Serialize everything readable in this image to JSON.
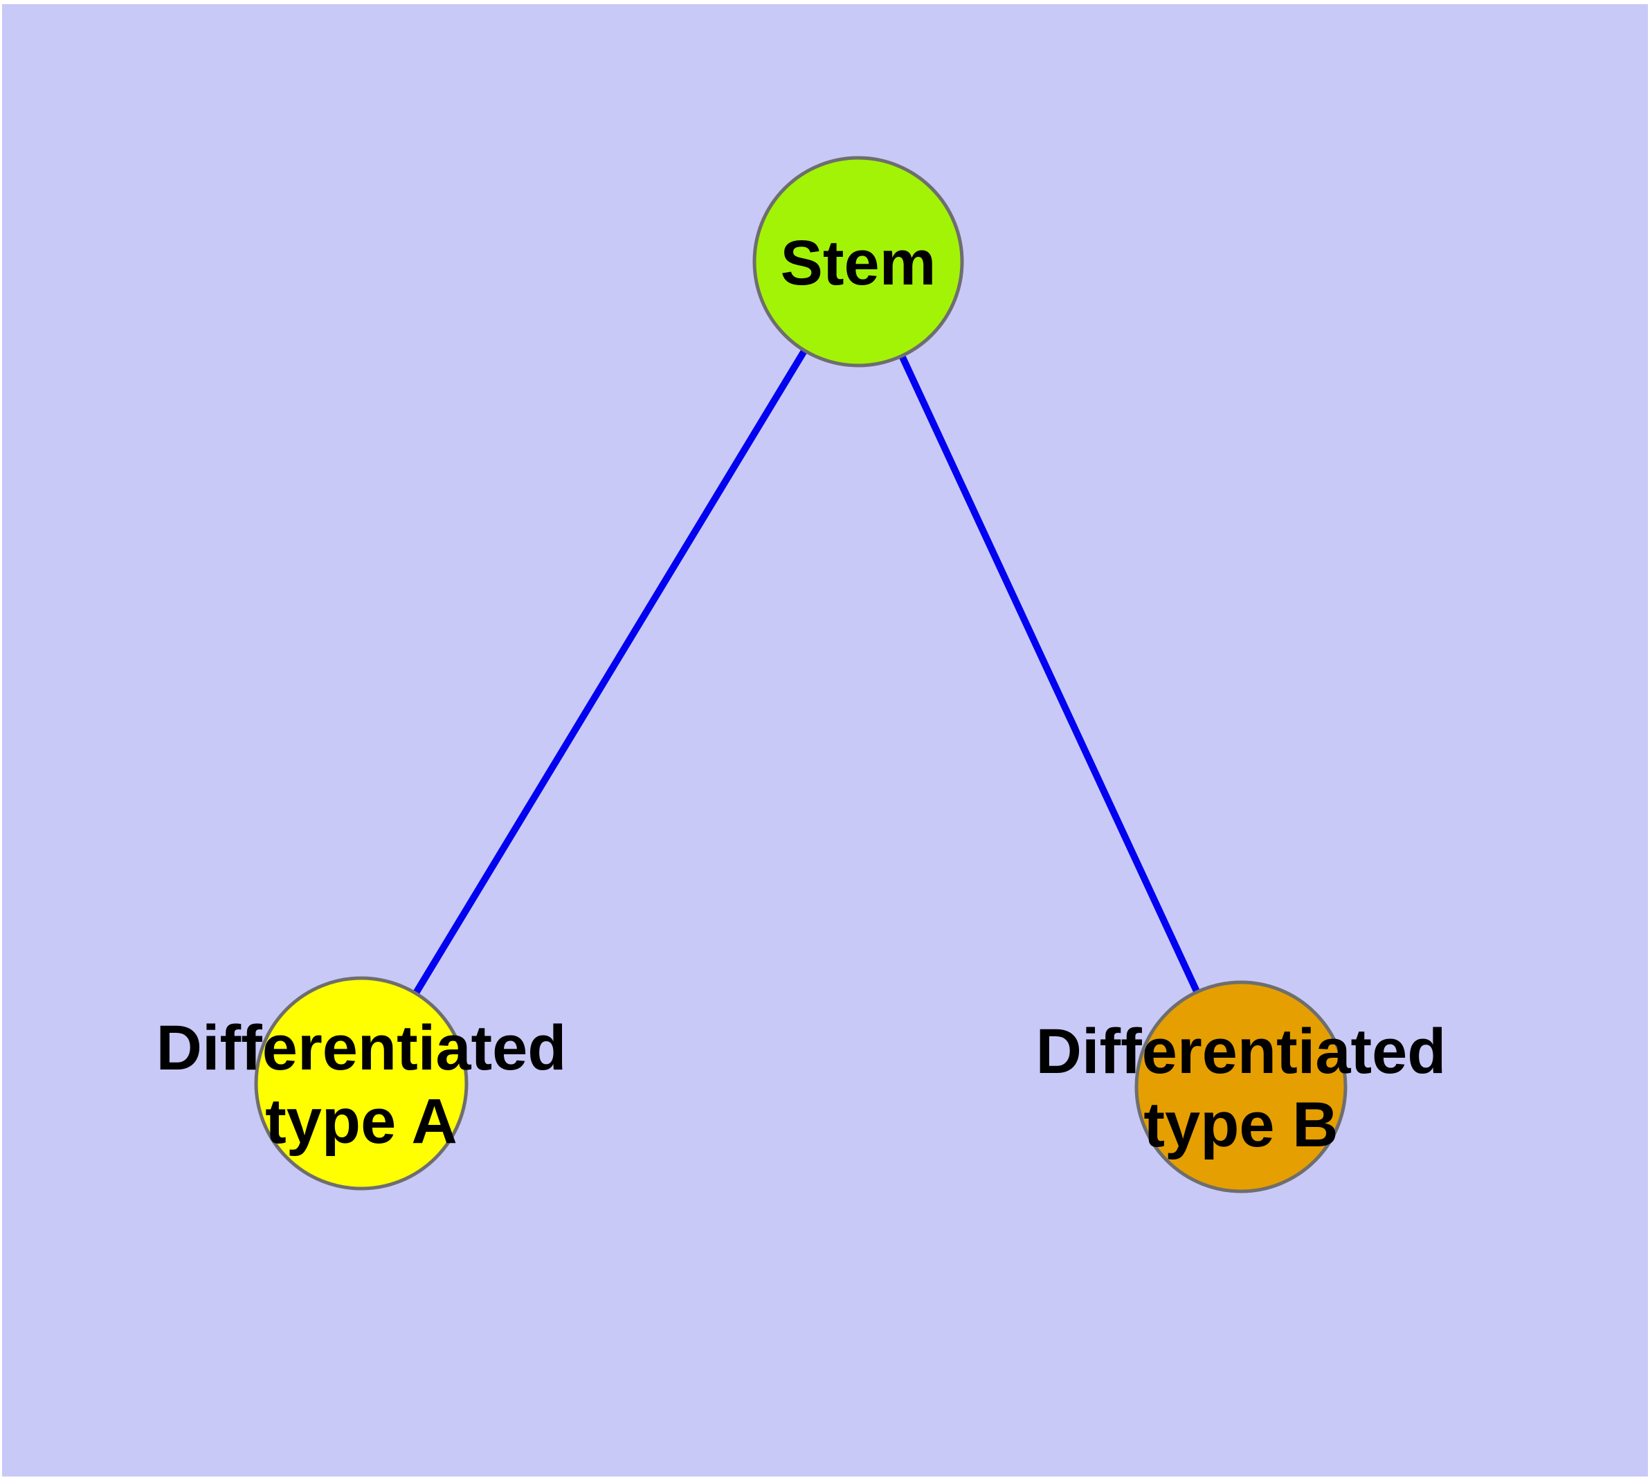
{
  "diagram": {
    "type": "node-link-graph",
    "background_color": "#c9c9f8",
    "margin_color": "#ffffff",
    "node_border_color": "#6e6e6e",
    "edge_color": "#0202f0",
    "label_color": "#000000",
    "nodes": [
      {
        "id": "stem",
        "label": "Stem",
        "label_lines": [
          "Stem"
        ],
        "fill": "#a3f307"
      },
      {
        "id": "differentiated-type-a",
        "label": "Differentiated type A",
        "label_lines": [
          "Differentiated",
          "type A"
        ],
        "fill": "#ffff00"
      },
      {
        "id": "differentiated-type-b",
        "label": "Differentiated type B",
        "label_lines": [
          "Differentiated",
          "type B"
        ],
        "fill": "#e69f00"
      }
    ],
    "edges": [
      {
        "from": "stem",
        "to": "differentiated-type-a"
      },
      {
        "from": "stem",
        "to": "differentiated-type-b"
      }
    ]
  }
}
